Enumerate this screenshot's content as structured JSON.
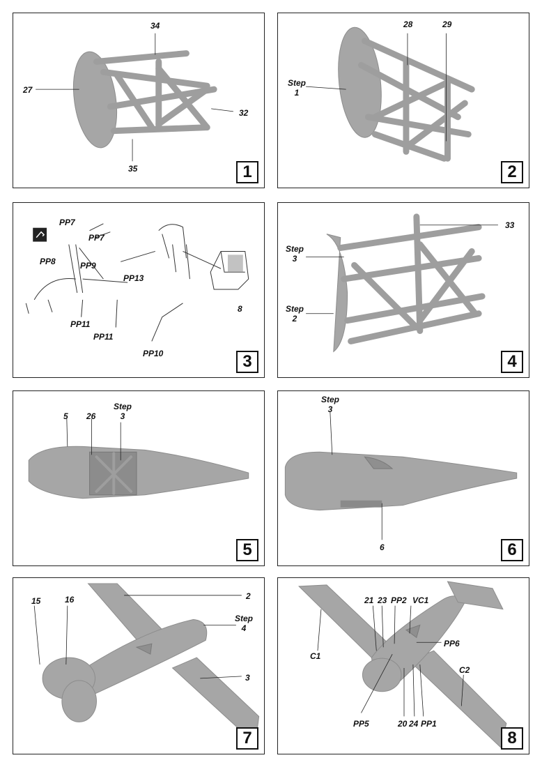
{
  "panels": [
    {
      "number": "1",
      "labels": [
        "34",
        "27",
        "32",
        "35"
      ]
    },
    {
      "number": "2",
      "labels": [
        "28",
        "29",
        "Step",
        "1"
      ]
    },
    {
      "number": "3",
      "labels": [
        "PP7",
        "PP7",
        "PP8",
        "PP9",
        "PP13",
        "PP11",
        "PP11",
        "8",
        "PP10"
      ]
    },
    {
      "number": "4",
      "labels": [
        "33",
        "Step",
        "3",
        "Step",
        "2"
      ]
    },
    {
      "number": "5",
      "labels": [
        "5",
        "26",
        "Step",
        "3"
      ]
    },
    {
      "number": "6",
      "labels": [
        "Step",
        "3",
        "6"
      ]
    },
    {
      "number": "7",
      "labels": [
        "15",
        "16",
        "2",
        "Step",
        "4",
        "3"
      ]
    },
    {
      "number": "8",
      "labels": [
        "21",
        "23",
        "PP2",
        "VC1",
        "C1",
        "PP6",
        "C2",
        "PP5",
        "20",
        "24",
        "PP1"
      ]
    }
  ]
}
